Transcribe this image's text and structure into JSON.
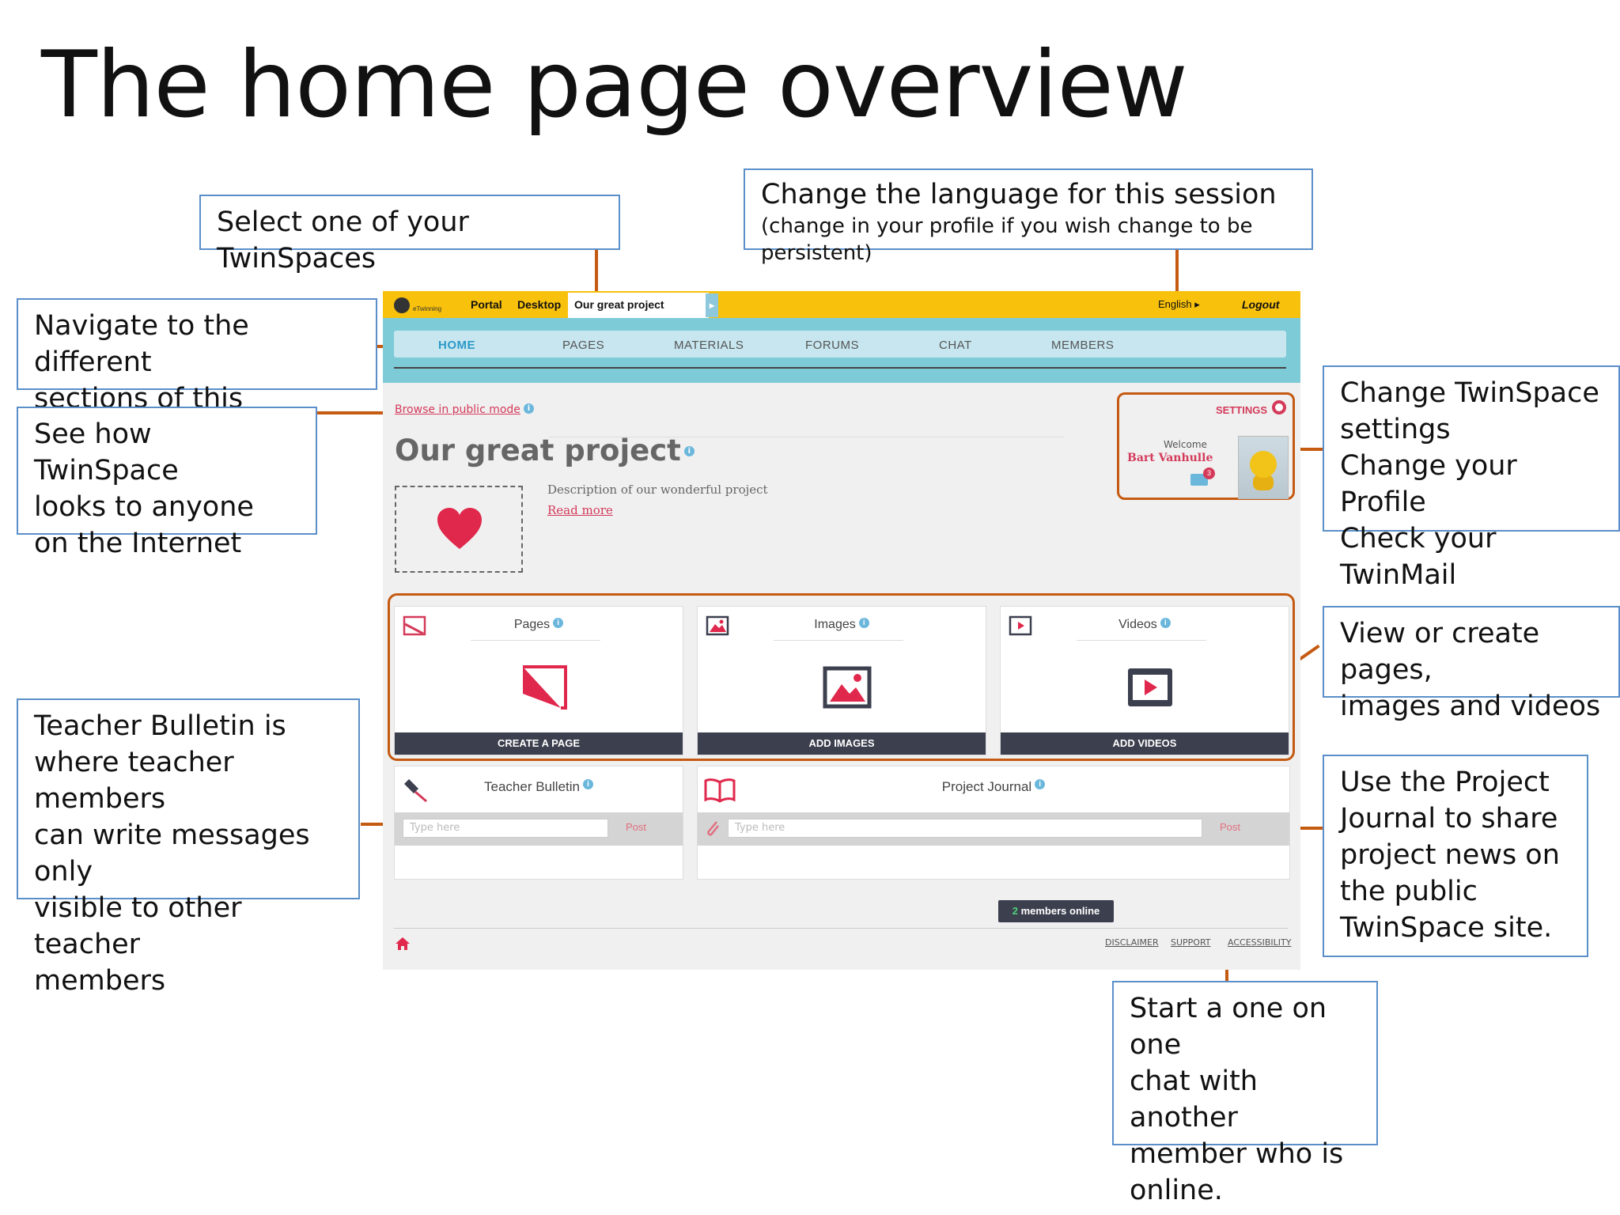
{
  "slide": {
    "title": "The home page overview"
  },
  "callouts": {
    "select_twinspace": "Select one of your TwinSpaces",
    "language_main": "Change the language for this session",
    "language_note": "(change in your profile if you wish change to be persistent)",
    "navigate_1": "Navigate to the different",
    "navigate_2": "sections of this TwinSpace",
    "public_1": "See how TwinSpace",
    "public_2": "looks to anyone",
    "public_3": "on the Internet",
    "settings_1": "Change TwinSpace",
    "settings_2": "settings",
    "settings_3": "Change your Profile",
    "settings_4": "Check your TwinMail",
    "media_1": "View or create pages,",
    "media_2": "images and videos",
    "bulletin_1": "Teacher Bulletin is",
    "bulletin_2": "where teacher members",
    "bulletin_3": "can write messages only",
    "bulletin_4": "visible to other teacher",
    "bulletin_5": "members",
    "journal_1": "Use the Project",
    "journal_2": "Journal to share",
    "journal_3": "project news on",
    "journal_4": "the public",
    "journal_5": "TwinSpace site.",
    "chat_1": "Start a one on one",
    "chat_2": "chat with another",
    "chat_3": "member who is",
    "chat_4": "online."
  },
  "topbar": {
    "logo_text": "eTwinning",
    "portal": "Portal",
    "desktop": "Desktop",
    "current_space": "Our great project",
    "language": "English",
    "logout": "Logout"
  },
  "nav": {
    "items": [
      "HOME",
      "PAGES",
      "MATERIALS",
      "FORUMS",
      "CHAT",
      "MEMBERS"
    ]
  },
  "main": {
    "browse_public": "Browse in public mode",
    "project_title": "Our great project",
    "description": "Description of our wonderful project",
    "read_more": "Read more"
  },
  "settings": {
    "label": "SETTINGS",
    "welcome": "Welcome",
    "user_name": "Bart Vanhulle",
    "mail_count": "3"
  },
  "cards": [
    {
      "title": "Pages",
      "button": "CREATE A PAGE"
    },
    {
      "title": "Images",
      "button": "ADD IMAGES"
    },
    {
      "title": "Videos",
      "button": "ADD VIDEOS"
    }
  ],
  "bulletin": {
    "title": "Teacher Bulletin",
    "placeholder": "Type here",
    "post": "Post"
  },
  "journal": {
    "title": "Project Journal",
    "placeholder": "Type here",
    "post": "Post"
  },
  "footer": {
    "online_count": "2",
    "online_label": "members online",
    "links": [
      "DISCLAIMER",
      "SUPPORT",
      "ACCESSIBILITY"
    ]
  },
  "colors": {
    "accent_yellow": "#f8c10c",
    "nav_teal": "#7ecbd8",
    "callout_border": "#5b8fc9",
    "connector": "#c55a11",
    "brand_red": "#d43a5a"
  },
  "icons": [
    "heart-icon",
    "gear-icon",
    "mail-icon",
    "page-icon",
    "image-icon",
    "video-icon",
    "pushpin-icon",
    "book-icon",
    "paperclip-icon",
    "home-icon",
    "info-icon"
  ]
}
